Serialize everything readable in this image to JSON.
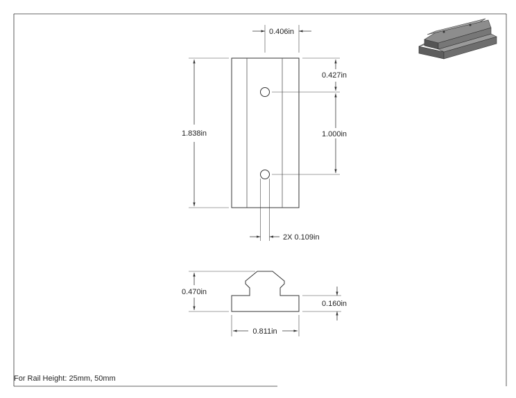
{
  "dimensions": {
    "top_width": "0.406in",
    "overall_length": "1.838in",
    "hole_offset": "0.427in",
    "hole_spacing": "1.000in",
    "hole_diameter": "2X 0.109in",
    "profile_height": "0.470in",
    "base_thickness": "0.160in",
    "base_width": "0.811in"
  },
  "note": "For Rail Height: 25mm, 50mm",
  "colors": {
    "line": "#333333",
    "iso_top": "#8a8a8a",
    "iso_side": "#5a5a5a",
    "iso_front": "#707070"
  }
}
